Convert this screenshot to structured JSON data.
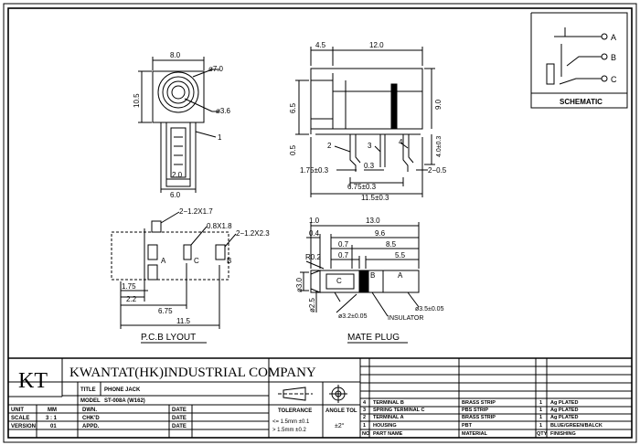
{
  "dims": {
    "top": {
      "w_8_0": "8.0",
      "h_10_5": "10.5",
      "d_7_0": "ø7.0",
      "d_3_6": "ø3.6",
      "lead1": "1",
      "w_2_0": "2.0",
      "w_6_0": "6.0"
    },
    "side": {
      "w_4_5": "4.5",
      "w_12_0": "12.0",
      "h_6_5": "6.5",
      "h_9_0": "9.0",
      "h_0_5": "0.5",
      "h_4_0": "4.0±0.3",
      "pin2": "2",
      "pin3": "3",
      "pin4": "4",
      "d_1_75": "1.75±0.3",
      "d_0_3": "0.3",
      "d_6_75": "6.75±0.3",
      "d_11_5": "11.5±0.3",
      "d_2_0_5": "2−0.5"
    },
    "pcb": {
      "h1": "2−1.2X1.7",
      "h2": "0.8X1.8",
      "h3": "2−1.2X2.3",
      "a": "A",
      "c": "C",
      "b": "B",
      "d_1_75": "1.75",
      "d_2_2": "2.2",
      "d_6_75": "6.75",
      "d_11_5": "11.5",
      "title": "P.C.B LYOUT"
    },
    "mate": {
      "d_1_0": "1.0",
      "d_13_0": "13.0",
      "d_0_4": "0.4",
      "d_9_6": "9.6",
      "d_0_7a": "0.7",
      "d_8_5": "8.5",
      "d_0_7b": "0.7",
      "d_5_5": "5.5",
      "r02": "R0.2",
      "c": "C",
      "b": "B",
      "a": "A",
      "d_3_0": "ø3.0",
      "d_2_5": "ø2.5",
      "d_3_5": "ø3.5±0.05",
      "d_3_2": "ø3.2±0.05",
      "insulator": "INSULATOR",
      "title": "MATE PLUG"
    }
  },
  "schematic": {
    "a": "A",
    "b": "B",
    "c": "C",
    "title": "SCHEMATIC"
  },
  "titleblock": {
    "logo": "KT",
    "company": "KWANTAT(HK)INDUSTRIAL COMPANY",
    "title_label": "TITLE",
    "title_value": "PHONE JACK",
    "model_label": "MODEL",
    "model_value": "ST-008A (W162)",
    "unit_label": "UNIT",
    "unit_value": "MM",
    "scale_label": "SCALE",
    "scale_value": "3 : 1",
    "version_label": "VERSION",
    "version_value": "01",
    "dwn": "DWN.",
    "chk": "CHK'D",
    "appd": "APPD.",
    "date1": "DATE",
    "date2": "DATE",
    "date3": "DATE",
    "tolerance": "TOLERANCE",
    "angle_tol": "ANGLE TOL",
    "tol1": "<= 1.5mm ±0.1",
    "tol2": "> 1.5mm ±0.2",
    "angle_value": "±2°"
  },
  "parts": {
    "headers": {
      "no": "NO",
      "name": "PART NAME",
      "material": "MATERIAL",
      "qty": "QTY",
      "finish": "FINISHING"
    },
    "rows": [
      {
        "no": "4",
        "name": "TERMINAL B",
        "material": "BRASS STRIP",
        "qty": "1",
        "finish": "Ag PLATED"
      },
      {
        "no": "3",
        "name": "SPRING TERMINAL C",
        "material": "PBS STRIP",
        "qty": "1",
        "finish": "Ag PLATED"
      },
      {
        "no": "2",
        "name": "TERMINAL A",
        "material": "BRASS STRIP",
        "qty": "1",
        "finish": "Ag PLATED"
      },
      {
        "no": "1",
        "name": "HOUSING",
        "material": "PBT",
        "qty": "1",
        "finish": "BLUE/GREEN/BALCK"
      }
    ]
  }
}
